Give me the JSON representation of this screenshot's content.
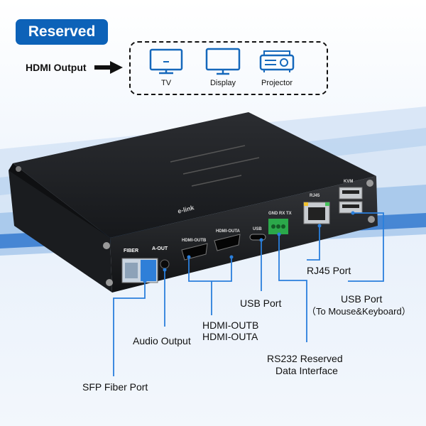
{
  "badge": {
    "label": "Reserved"
  },
  "hdmi_output": {
    "label": "HDMI Output"
  },
  "outputs": [
    {
      "label": "TV",
      "icon": "tv-icon"
    },
    {
      "label": "Display",
      "icon": "monitor-icon"
    },
    {
      "label": "Projector",
      "icon": "projector-icon"
    }
  ],
  "panel_labels": {
    "fiber": "FIBER",
    "a_out": "A-OUT",
    "hdmi_outb": "HDMI-OUTB",
    "hdmi_outa": "HDMI-OUTA",
    "usb": "USB",
    "gnd_rx_tx": "GND RX TX",
    "rj45": "RJ45",
    "kvm": "KVM",
    "brand": "e-link"
  },
  "callouts": {
    "rj45": "RJ45 Port",
    "usb_port": "USB Port",
    "usb_kb_line1": "USB Port",
    "usb_kb_line2": "（To Mouse&Keyboard）",
    "hdmi_line1": "HDMI-OUTB",
    "hdmi_line2": "HDMI-OUTA",
    "audio": "Audio Output",
    "rs232_line1": "RS232 Reserved",
    "rs232_line2": "Data Interface",
    "sfp": "SFP Fiber Port"
  },
  "colors": {
    "accent": "#0d62b8",
    "callout_line": "#2a7fdc",
    "device_body": "#1d1f22"
  }
}
